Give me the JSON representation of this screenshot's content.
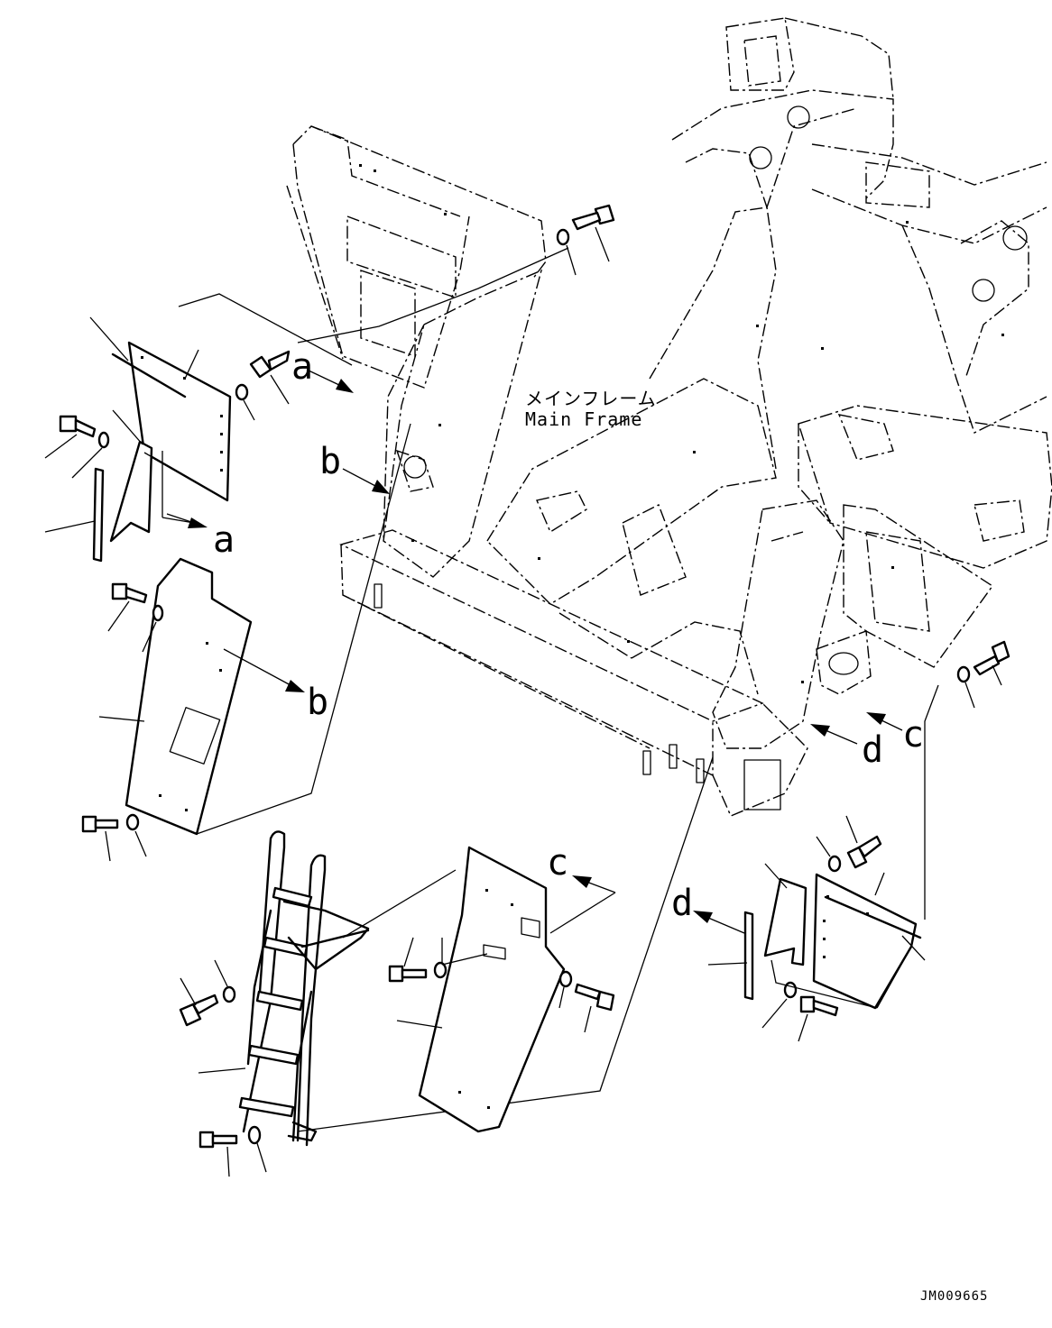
{
  "frame_label": {
    "japanese": "メインフレーム",
    "english": "Main Frame"
  },
  "view_letters": {
    "a": "a",
    "b": "b",
    "c": "c",
    "d": "d"
  },
  "drawing_code": "JM009665"
}
